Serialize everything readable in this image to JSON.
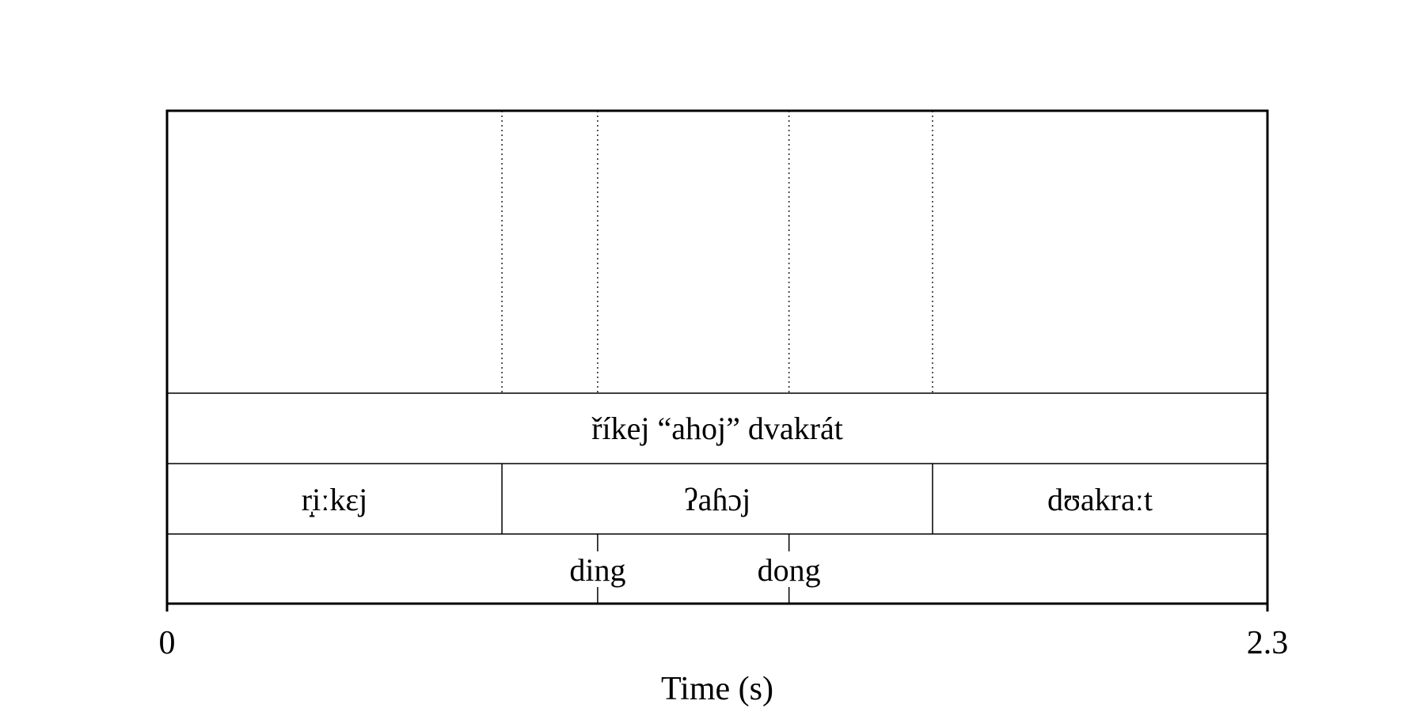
{
  "tiers": {
    "phrase": {
      "text": "říkej “ahoj” dvakrát",
      "start": 0,
      "end": 2.3
    },
    "words": [
      {
        "text": "r̝iːkɛj",
        "start": 0,
        "end": 0.7
      },
      {
        "text": "ʔaɦɔj",
        "start": 0.7,
        "end": 1.6
      },
      {
        "text": "dʊakraːt",
        "start": 1.6,
        "end": 2.3
      }
    ],
    "points": [
      {
        "text": "ding",
        "time": 0.9
      },
      {
        "text": "dong",
        "time": 1.3
      }
    ]
  },
  "axis": {
    "min_label": "0",
    "max_label": "2.3",
    "xlabel": "Time (s)",
    "range": [
      0,
      2.3
    ]
  },
  "colors": {
    "line": "#000000",
    "background": "#ffffff"
  }
}
